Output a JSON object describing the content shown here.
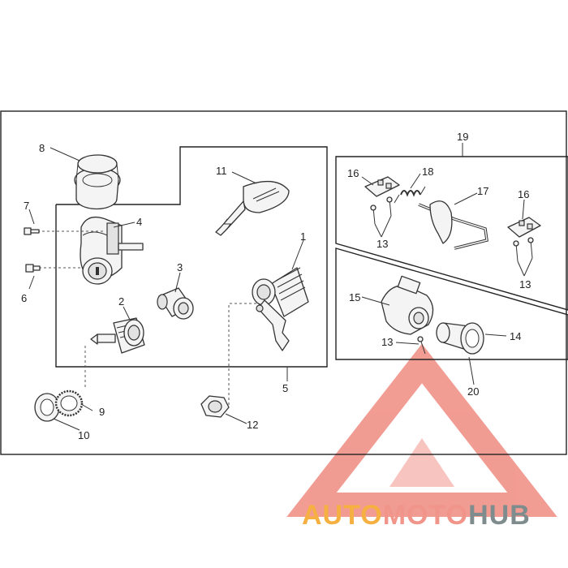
{
  "callouts": [
    "1",
    "2",
    "3",
    "4",
    "5",
    "6",
    "7",
    "8",
    "9",
    "10",
    "11",
    "12",
    "13",
    "13",
    "13",
    "14",
    "15",
    "16",
    "16",
    "17",
    "18",
    "19",
    "20"
  ],
  "watermark": {
    "word_a": "AUTO",
    "word_b": "MOTO",
    "word_c": "HUB",
    "color_a": "#f5b041",
    "color_b": "#f1948a",
    "color_c": "#7f8c8d",
    "logo_color": "#e74c3c"
  }
}
